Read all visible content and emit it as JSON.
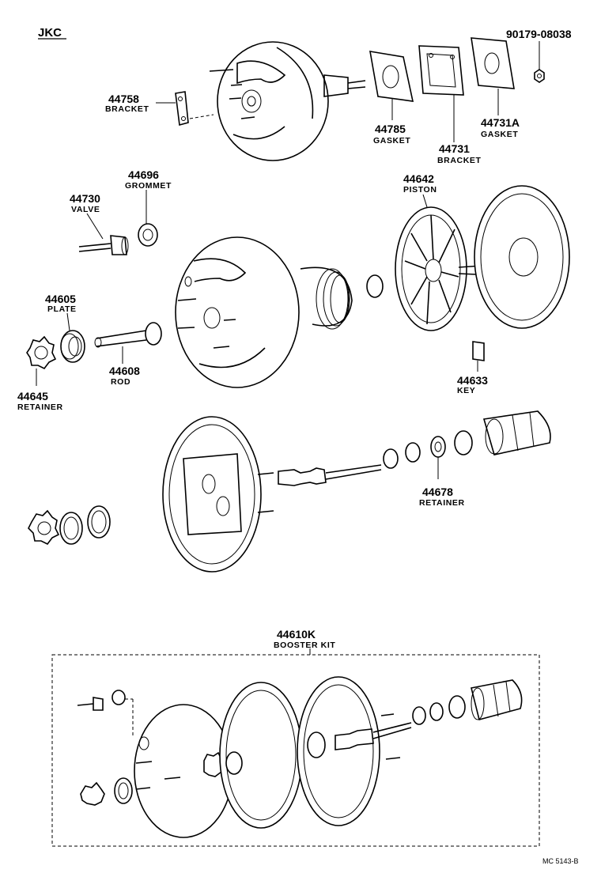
{
  "diagram": {
    "model_code": "JKC",
    "drawing_code": "MC 5143-B",
    "parts": [
      {
        "number": "90179-08038",
        "name": ""
      },
      {
        "number": "44758",
        "name": "BRACKET"
      },
      {
        "number": "44785",
        "name": "GASKET"
      },
      {
        "number": "44731",
        "name": "BRACKET"
      },
      {
        "number": "44731A",
        "name": "GASKET"
      },
      {
        "number": "44696",
        "name": "GROMMET"
      },
      {
        "number": "44730",
        "name": "VALVE"
      },
      {
        "number": "44642",
        "name": "PISTON"
      },
      {
        "number": "44605",
        "name": "PLATE"
      },
      {
        "number": "44608",
        "name": "ROD"
      },
      {
        "number": "44645",
        "name": "RETAINER"
      },
      {
        "number": "44633",
        "name": "KEY"
      },
      {
        "number": "44678",
        "name": "RETAINER"
      }
    ],
    "kit": {
      "number": "44610K",
      "name": "BOOSTER KIT"
    }
  }
}
